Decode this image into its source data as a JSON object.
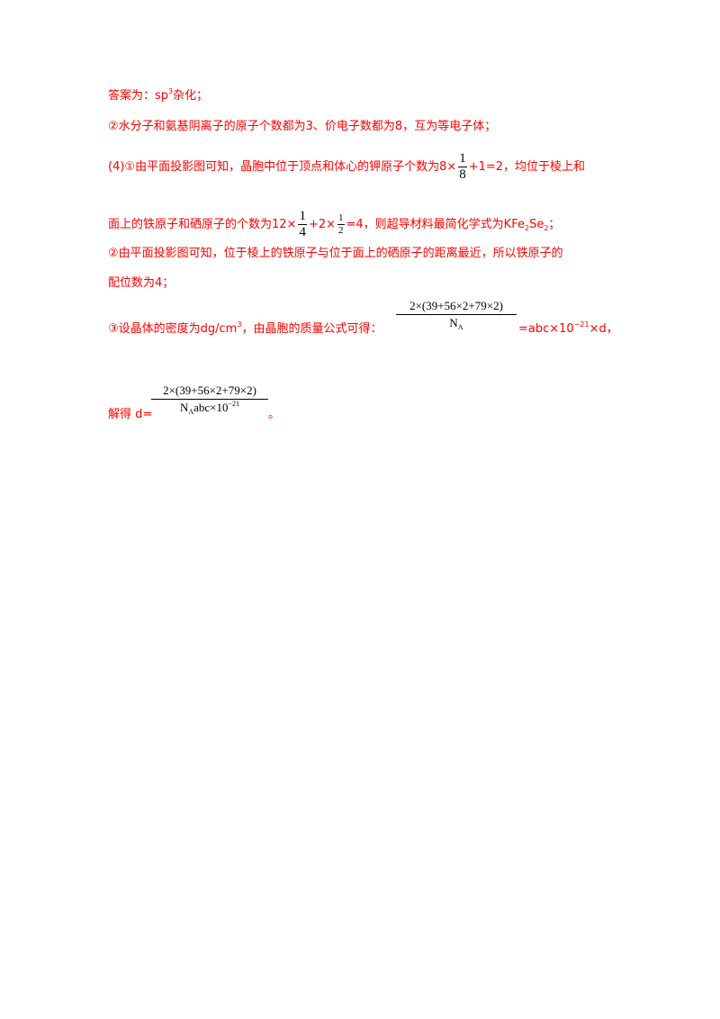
{
  "lines": {
    "l1_text": "答案为：sp",
    "l1_sup": "3",
    "l1_tail": "杂化；",
    "l2": "②水分子和氨基阴离子的原子个数都为3、价电子数都为8，互为等电子体；",
    "l3_a": "(4)①由平面投影图可知，晶胞中位于顶点和体心的钾原子个数为8×",
    "l3_frac_num": "1",
    "l3_frac_den": "8",
    "l3_b": "+1=2，均位于棱上和",
    "l4_a": "面上的铁原子和硒原子的个数为12×",
    "l4_frac1_num": "1",
    "l4_frac1_den": "4",
    "l4_b": "+2×",
    "l4_frac2_num": "1",
    "l4_frac2_den": "2",
    "l4_c": "=4，则超导材料最简化学式为KFe",
    "l4_sub1": "2",
    "l4_d": "Se",
    "l4_sub2": "2",
    "l4_e": "；",
    "l5": "②由平面投影图可知，位于棱上的铁原子与位于面上的硒原子的距离最近，所以铁原子的",
    "l6": "配位数为4；",
    "l7_a": "③设晶体的密度为dg/cm",
    "l7_sup": "3",
    "l7_b": "，由晶胞的质量公式可得：",
    "l7_frac_num": "2×(39+56×2+79×2)",
    "l7_frac_den_main": "N",
    "l7_frac_den_sub": "A",
    "l7_c": "=abc×10",
    "l7_c_sup": "−21",
    "l7_d": "×d，",
    "l8_a": "解得 d=",
    "l8_frac_num": "2×(39+56×2+79×2)",
    "l8_frac_den_main": "N",
    "l8_frac_den_sub": "A",
    "l8_frac_den_rest": "abc×10",
    "l8_frac_den_sup": "−21",
    "l8_end": "。"
  }
}
